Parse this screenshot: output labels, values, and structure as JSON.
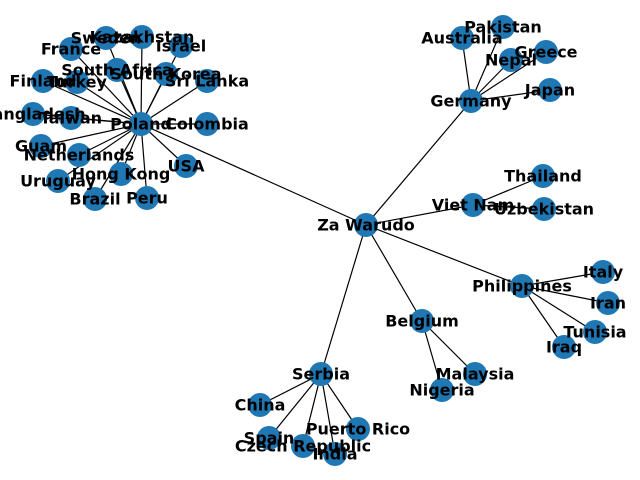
{
  "diagram": {
    "type": "network-graph",
    "node_color": "#1f77b4",
    "edge_color": "#000000",
    "nodes": [
      {
        "id": "za-warudo",
        "label": "Za Warudo"
      },
      {
        "id": "poland",
        "label": "Poland"
      },
      {
        "id": "germany",
        "label": "Germany"
      },
      {
        "id": "viet-nam",
        "label": "Viet Nam"
      },
      {
        "id": "philippines",
        "label": "Philippines"
      },
      {
        "id": "belgium",
        "label": "Belgium"
      },
      {
        "id": "serbia",
        "label": "Serbia"
      },
      {
        "id": "sweden",
        "label": "Sweden"
      },
      {
        "id": "kazakhstan",
        "label": "Kazakhstan"
      },
      {
        "id": "israel",
        "label": "Israel"
      },
      {
        "id": "france",
        "label": "France"
      },
      {
        "id": "south-africa",
        "label": "South Africa"
      },
      {
        "id": "south-korea",
        "label": "South Korea"
      },
      {
        "id": "finland",
        "label": "Finland"
      },
      {
        "id": "turkey",
        "label": "Turkey"
      },
      {
        "id": "sri-lanka",
        "label": "Sri Lanka"
      },
      {
        "id": "bangladesh",
        "label": "Bangladesh"
      },
      {
        "id": "taiwan",
        "label": "Taiwan"
      },
      {
        "id": "colombia",
        "label": "Colombia"
      },
      {
        "id": "guam",
        "label": "Guam"
      },
      {
        "id": "netherlands",
        "label": "Netherlands"
      },
      {
        "id": "usa",
        "label": "USA"
      },
      {
        "id": "uruguay",
        "label": "Uruguay"
      },
      {
        "id": "hong-kong",
        "label": "Hong Kong"
      },
      {
        "id": "brazil",
        "label": "Brazil"
      },
      {
        "id": "peru",
        "label": "Peru"
      },
      {
        "id": "pakistan",
        "label": "Pakistan"
      },
      {
        "id": "australia",
        "label": "Australia"
      },
      {
        "id": "greece",
        "label": "Greece"
      },
      {
        "id": "nepal",
        "label": "Nepal"
      },
      {
        "id": "japan",
        "label": "Japan"
      },
      {
        "id": "thailand",
        "label": "Thailand"
      },
      {
        "id": "uzbekistan",
        "label": "Uzbekistan"
      },
      {
        "id": "italy",
        "label": "Italy"
      },
      {
        "id": "iran",
        "label": "Iran"
      },
      {
        "id": "tunisia",
        "label": "Tunisia"
      },
      {
        "id": "iraq",
        "label": "Iraq"
      },
      {
        "id": "malaysia",
        "label": "Malaysia"
      },
      {
        "id": "nigeria",
        "label": "Nigeria"
      },
      {
        "id": "china",
        "label": "China"
      },
      {
        "id": "puerto-rico",
        "label": "Puerto Rico"
      },
      {
        "id": "spain",
        "label": "Spain"
      },
      {
        "id": "czech-republic",
        "label": "Czech Republic"
      },
      {
        "id": "india",
        "label": "India"
      }
    ],
    "edges": [
      [
        "za-warudo",
        "poland"
      ],
      [
        "za-warudo",
        "germany"
      ],
      [
        "za-warudo",
        "viet-nam"
      ],
      [
        "za-warudo",
        "philippines"
      ],
      [
        "za-warudo",
        "belgium"
      ],
      [
        "za-warudo",
        "serbia"
      ],
      [
        "poland",
        "sweden"
      ],
      [
        "poland",
        "kazakhstan"
      ],
      [
        "poland",
        "israel"
      ],
      [
        "poland",
        "france"
      ],
      [
        "poland",
        "south-africa"
      ],
      [
        "poland",
        "south-korea"
      ],
      [
        "poland",
        "finland"
      ],
      [
        "poland",
        "turkey"
      ],
      [
        "poland",
        "sri-lanka"
      ],
      [
        "poland",
        "bangladesh"
      ],
      [
        "poland",
        "taiwan"
      ],
      [
        "poland",
        "colombia"
      ],
      [
        "poland",
        "guam"
      ],
      [
        "poland",
        "netherlands"
      ],
      [
        "poland",
        "usa"
      ],
      [
        "poland",
        "uruguay"
      ],
      [
        "poland",
        "hong-kong"
      ],
      [
        "poland",
        "brazil"
      ],
      [
        "poland",
        "peru"
      ],
      [
        "germany",
        "pakistan"
      ],
      [
        "germany",
        "australia"
      ],
      [
        "germany",
        "greece"
      ],
      [
        "germany",
        "nepal"
      ],
      [
        "germany",
        "japan"
      ],
      [
        "viet-nam",
        "thailand"
      ],
      [
        "viet-nam",
        "uzbekistan"
      ],
      [
        "philippines",
        "italy"
      ],
      [
        "philippines",
        "iran"
      ],
      [
        "philippines",
        "tunisia"
      ],
      [
        "philippines",
        "iraq"
      ],
      [
        "belgium",
        "malaysia"
      ],
      [
        "belgium",
        "nigeria"
      ],
      [
        "serbia",
        "china"
      ],
      [
        "serbia",
        "puerto-rico"
      ],
      [
        "serbia",
        "spain"
      ],
      [
        "serbia",
        "czech-republic"
      ],
      [
        "serbia",
        "india"
      ]
    ]
  }
}
